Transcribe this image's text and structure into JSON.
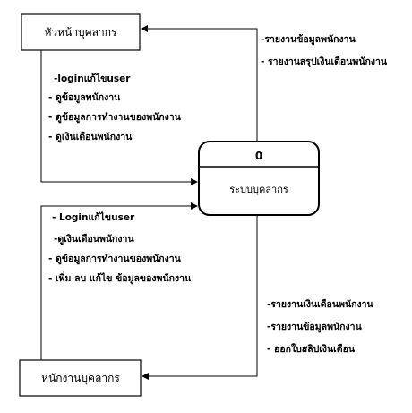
{
  "entities": {
    "head": "หัวหน้าบุคลากร",
    "staff": "หนักงานบุคลากร"
  },
  "process": {
    "id": "0",
    "name": "ระบบบุคลากร"
  },
  "flows": {
    "head_to_process": [
      "-loginแก้ไขuser",
      "- ดูข้อมูลพนักงาน",
      "- ดูข้อมูลการทำงานของพนักงาน",
      "- ดูเงินเดือนพนักงาน"
    ],
    "process_to_head": [
      "-รายงานข้อมูลพนักงาน",
      "- รายงานสรุปเงินเดือนพนักงาน"
    ],
    "staff_to_process": [
      "- Loginแก้ไขuser",
      "-ดูเงินเดือนพนักงาน",
      "- ดูข้อมูลการทำงานของพนักงาน",
      "- เพิ่ม ลบ แก้ไข ข้อมูลของพนักงาน"
    ],
    "process_to_staff": [
      "-รายงานเงินเดือนพนักงาน",
      "-รายงานข้อมูลพนักงาน",
      "- ออกใบสลิปเงินเดือน"
    ]
  },
  "colors": {
    "line": "#000000",
    "fill": "#ffffff"
  }
}
